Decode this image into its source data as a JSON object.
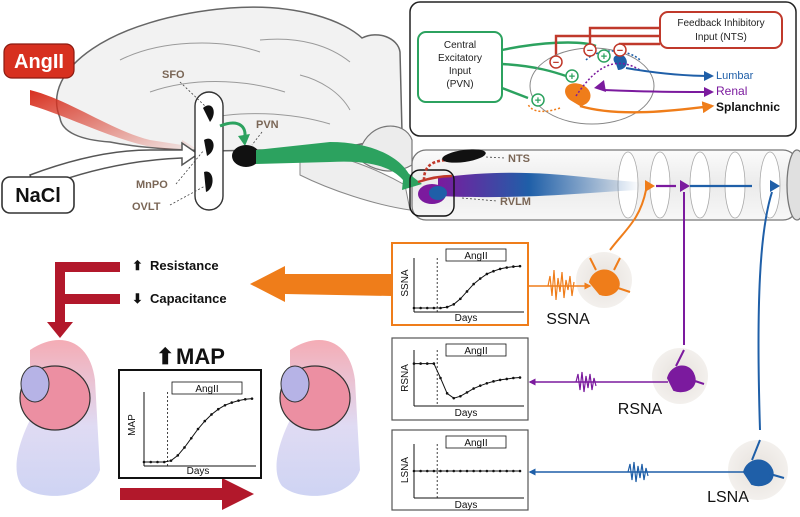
{
  "inputs": {
    "angii": "AngII",
    "nacl": "NaCl"
  },
  "brain_regions": {
    "sfo": "SFO",
    "mnpo": "MnPO",
    "ovlt": "OVLT",
    "pvn": "PVN",
    "nts": "NTS",
    "rvlm": "RVLM"
  },
  "inset": {
    "central": [
      "Central",
      "Excitatory",
      "Input",
      "(PVN)"
    ],
    "feedback": [
      "Feedback Inhibitory",
      "Input (NTS)"
    ],
    "outputs": {
      "lumbar": "Lumbar",
      "renal": "Renal",
      "splanchnic": "Splanchnic"
    },
    "plus": "+",
    "minus": "−"
  },
  "effects": {
    "resistance": "Resistance",
    "capacitance": "Capacitance",
    "up_arrow": "⬆",
    "down_arrow": "⬇"
  },
  "map": {
    "title": "MAP",
    "up_arrow": "⬆"
  },
  "charts": {
    "map": {
      "ylabel": "MAP",
      "xlabel": "Days",
      "tag": "AngII"
    },
    "ssna": {
      "ylabel": "SSNA",
      "xlabel": "Days",
      "tag": "AngII"
    },
    "rsna": {
      "ylabel": "RSNA",
      "xlabel": "Days",
      "tag": "AngII"
    },
    "lsna": {
      "ylabel": "LSNA",
      "xlabel": "Days",
      "tag": "AngII"
    }
  },
  "nerves": {
    "ssna": "SSNA",
    "rsna": "RSNA",
    "lsna": "LSNA"
  },
  "chart_data": [
    {
      "type": "line",
      "name": "map",
      "x": [
        0,
        1,
        2,
        3,
        4,
        5,
        6,
        7,
        8,
        9,
        10,
        11,
        12,
        13,
        14,
        15,
        16
      ],
      "values": [
        0,
        0,
        0,
        0,
        0.02,
        0.1,
        0.22,
        0.36,
        0.5,
        0.62,
        0.72,
        0.8,
        0.86,
        0.9,
        0.93,
        0.95,
        0.96
      ],
      "event_x": 3.5
    },
    {
      "type": "line",
      "name": "ssna",
      "x": [
        0,
        1,
        2,
        3,
        4,
        5,
        6,
        7,
        8,
        9,
        10,
        11,
        12,
        13,
        14,
        15,
        16
      ],
      "values": [
        0,
        0,
        0,
        0,
        0,
        0.02,
        0.08,
        0.2,
        0.36,
        0.52,
        0.64,
        0.74,
        0.8,
        0.85,
        0.88,
        0.9,
        0.91
      ],
      "event_x": 3.5
    },
    {
      "type": "line",
      "name": "rsna",
      "x": [
        0,
        1,
        2,
        3,
        4,
        5,
        6,
        7,
        8,
        9,
        10,
        11,
        12,
        13,
        14,
        15,
        16
      ],
      "values": [
        0,
        0,
        0,
        0,
        -0.3,
        -0.62,
        -0.72,
        -0.68,
        -0.6,
        -0.52,
        -0.46,
        -0.41,
        -0.37,
        -0.34,
        -0.32,
        -0.3,
        -0.29
      ],
      "event_x": 3.5
    },
    {
      "type": "line",
      "name": "lsna",
      "x": [
        0,
        1,
        2,
        3,
        4,
        5,
        6,
        7,
        8,
        9,
        10,
        11,
        12,
        13,
        14,
        15,
        16
      ],
      "values": [
        0,
        0,
        0,
        0,
        0,
        0,
        0,
        0,
        0,
        0,
        0,
        0,
        0,
        0,
        0,
        0,
        0
      ],
      "event_x": 3.5
    }
  ],
  "colors": {
    "angii": "#d7301f",
    "green": "#2ca25f",
    "orange": "#ef7d1a",
    "purple": "#7b1a9e",
    "blue": "#1f5fa8",
    "red": "#c0392b",
    "dark_red": "#b2182b"
  }
}
